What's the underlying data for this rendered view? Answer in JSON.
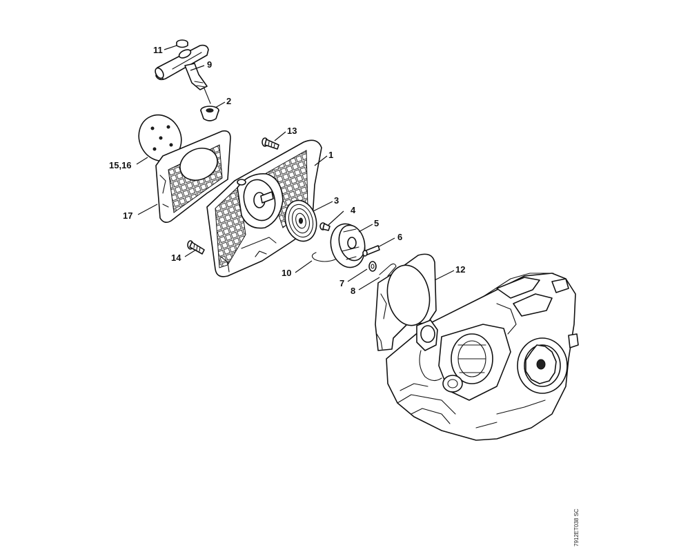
{
  "callouts": {
    "c11": "11",
    "c9": "9",
    "c2": "2",
    "c13": "13",
    "c1": "1",
    "c15_16": "15,16",
    "c17": "17",
    "c3": "3",
    "c4": "4",
    "c5": "5",
    "c6": "6",
    "c14": "14",
    "c10": "10",
    "c7": "7",
    "c8": "8",
    "c12": "12"
  },
  "drawing_code": "7912ET038 SC"
}
